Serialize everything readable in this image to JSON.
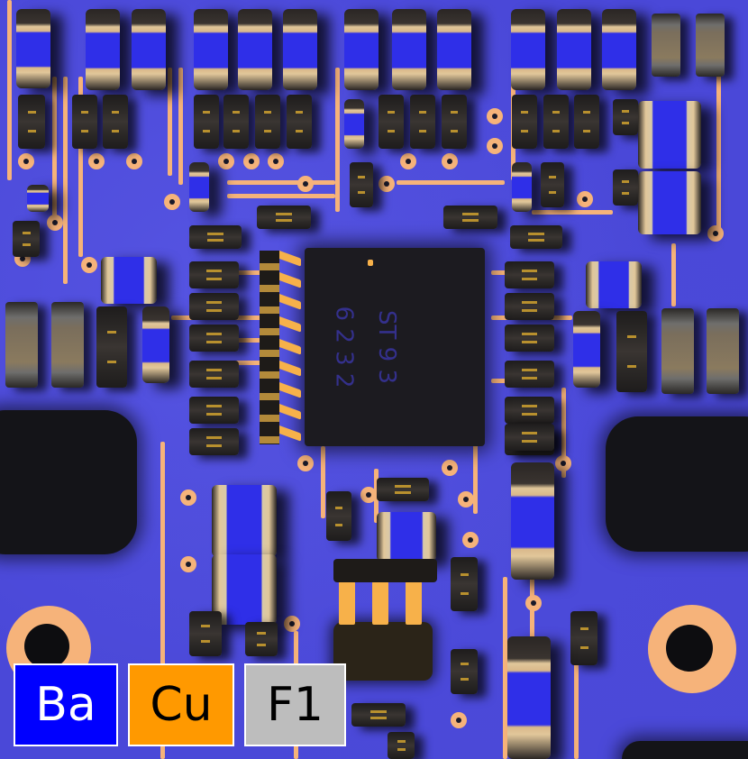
{
  "image": {
    "subject": "false-color elemental map of a printed circuit board",
    "description": "Circuit board with central IC chip, surface-mount capacitors and resistors, copper traces, vias, two mounting holes, and dark cutouts"
  },
  "chip": {
    "marking_line1": "ST 9 3",
    "marking_line2": "6 2 3 2"
  },
  "legend": {
    "items": [
      {
        "label": "Ba",
        "color": "#0000ff",
        "text_color": "#ffffff"
      },
      {
        "label": "Cu",
        "color": "#ff9900",
        "text_color": "#000000"
      },
      {
        "label": "F1",
        "color": "#bdbdbd",
        "text_color": "#000000"
      }
    ]
  },
  "colors": {
    "board": "#4a48d8",
    "trace": "#f6b37a",
    "barium_component": "#2f2fe8",
    "pin": "#f7b14a",
    "hole": "#141418"
  }
}
